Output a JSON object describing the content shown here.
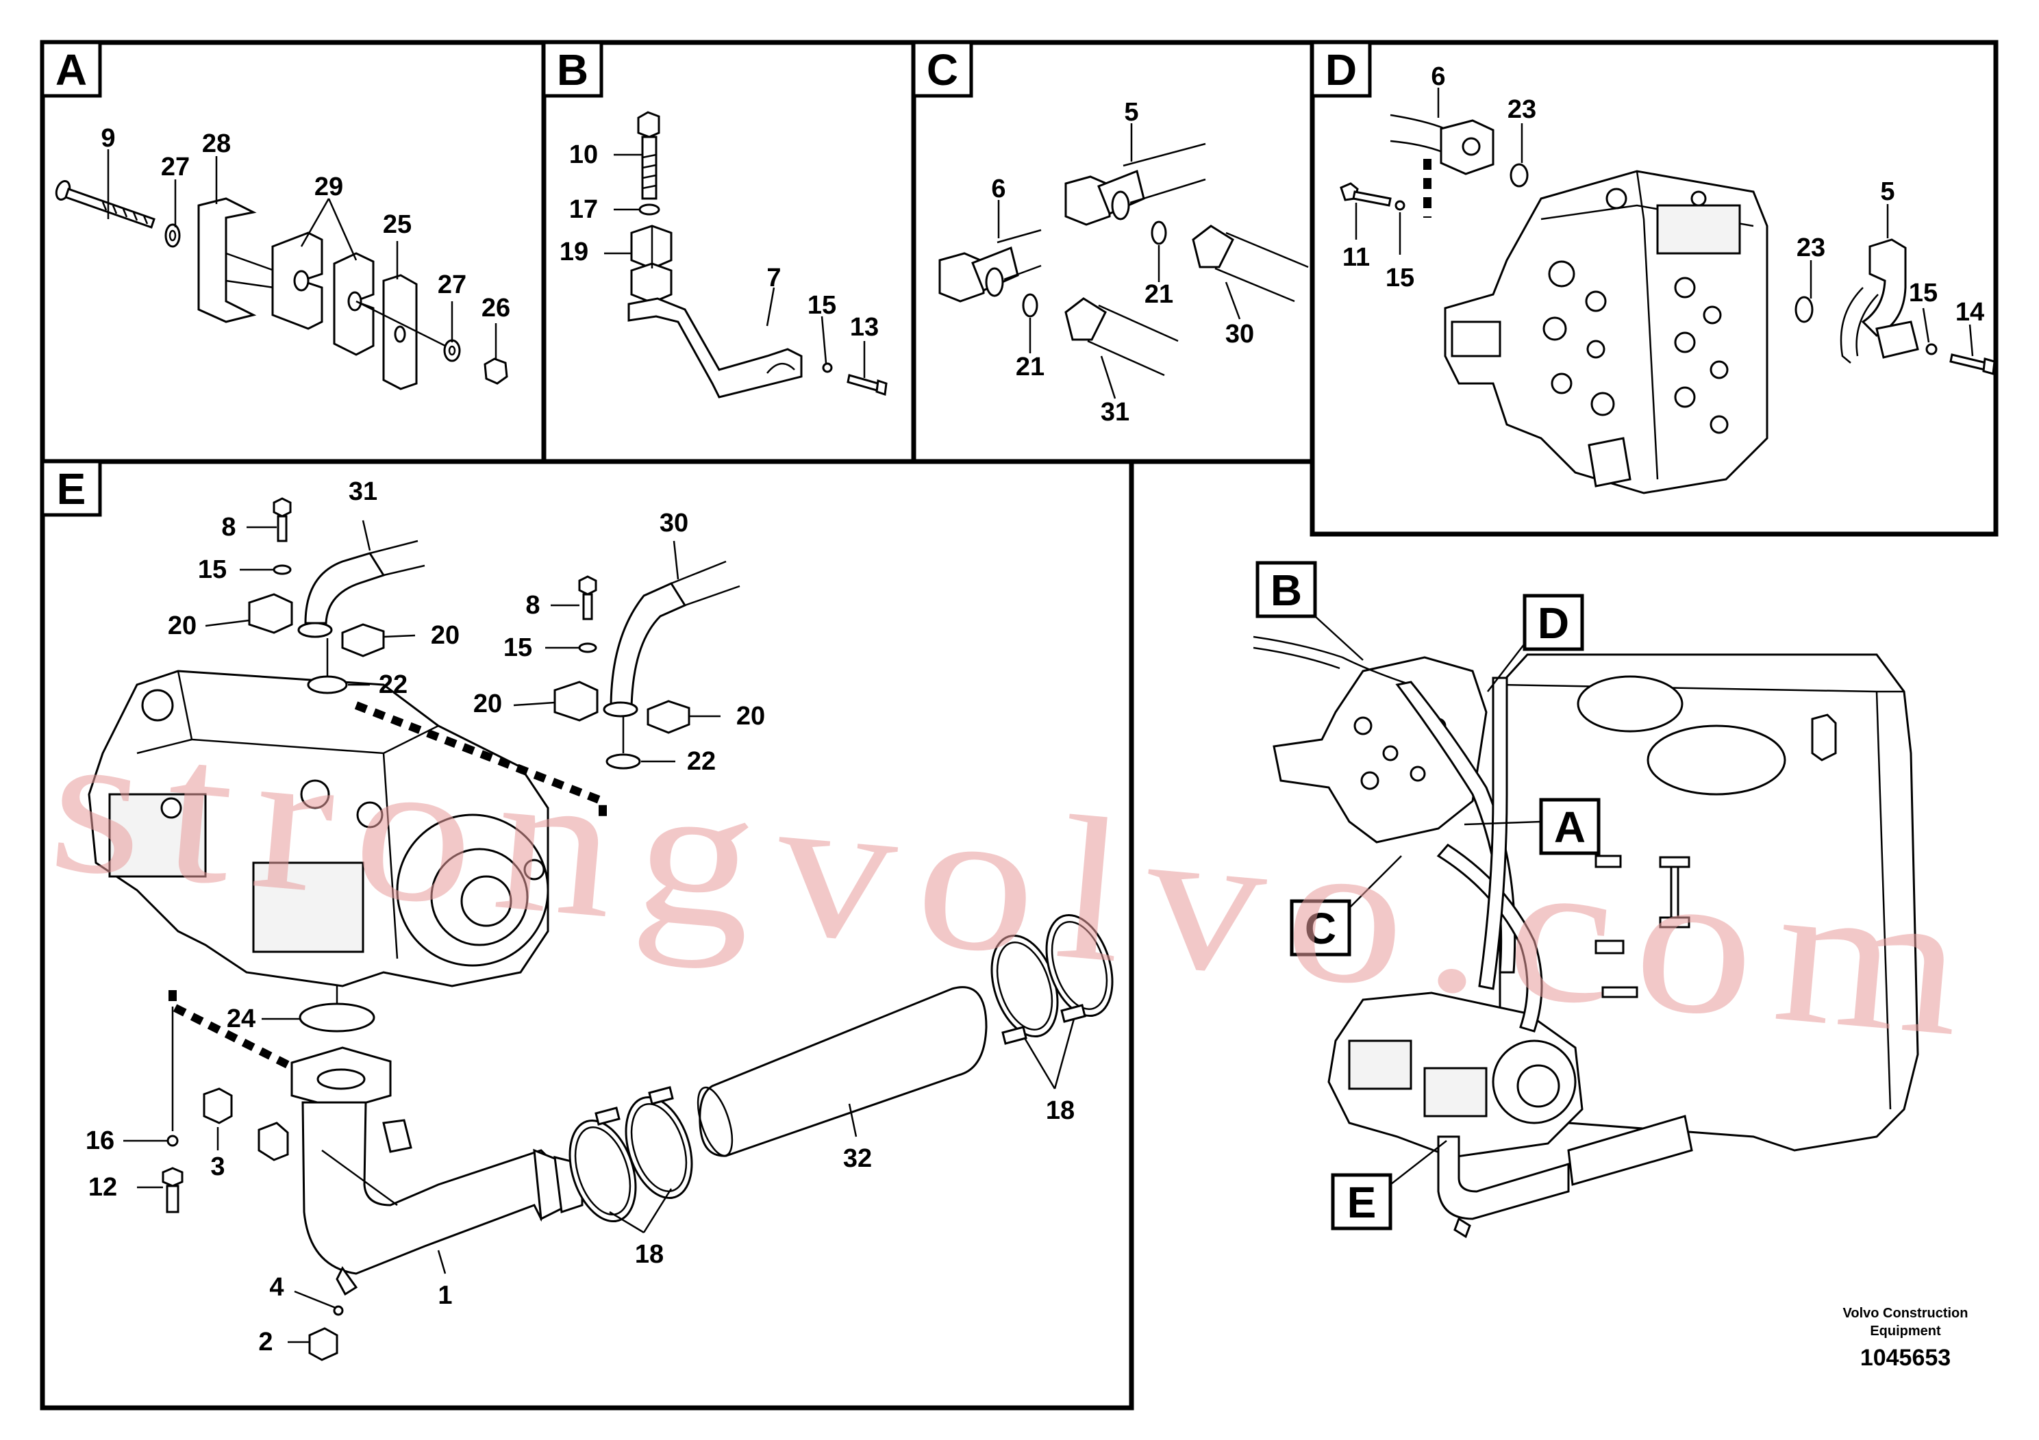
{
  "panels": {
    "A": {
      "title": "A",
      "callouts": [
        "9",
        "27",
        "28",
        "29",
        "25",
        "27",
        "26"
      ]
    },
    "B": {
      "title": "B",
      "callouts": [
        "10",
        "17",
        "19",
        "7",
        "15",
        "13"
      ]
    },
    "C": {
      "title": "C",
      "callouts": [
        "5",
        "6",
        "21",
        "21",
        "30",
        "31"
      ]
    },
    "D": {
      "title": "D",
      "callouts": [
        "6",
        "23",
        "11",
        "15",
        "5",
        "23",
        "15",
        "14"
      ]
    },
    "E": {
      "title": "E",
      "callouts": [
        "8",
        "31",
        "15",
        "20",
        "20",
        "22",
        "30",
        "8",
        "15",
        "20",
        "20",
        "22",
        "24",
        "16",
        "3",
        "12",
        "4",
        "2",
        "1",
        "18",
        "32",
        "18"
      ]
    }
  },
  "overview": {
    "labels": [
      "B",
      "D",
      "A",
      "C",
      "E"
    ]
  },
  "footer": {
    "company": "Volvo Construction",
    "division": "Equipment",
    "doc_number": "1045653"
  },
  "watermark": "strongvolvo.com"
}
